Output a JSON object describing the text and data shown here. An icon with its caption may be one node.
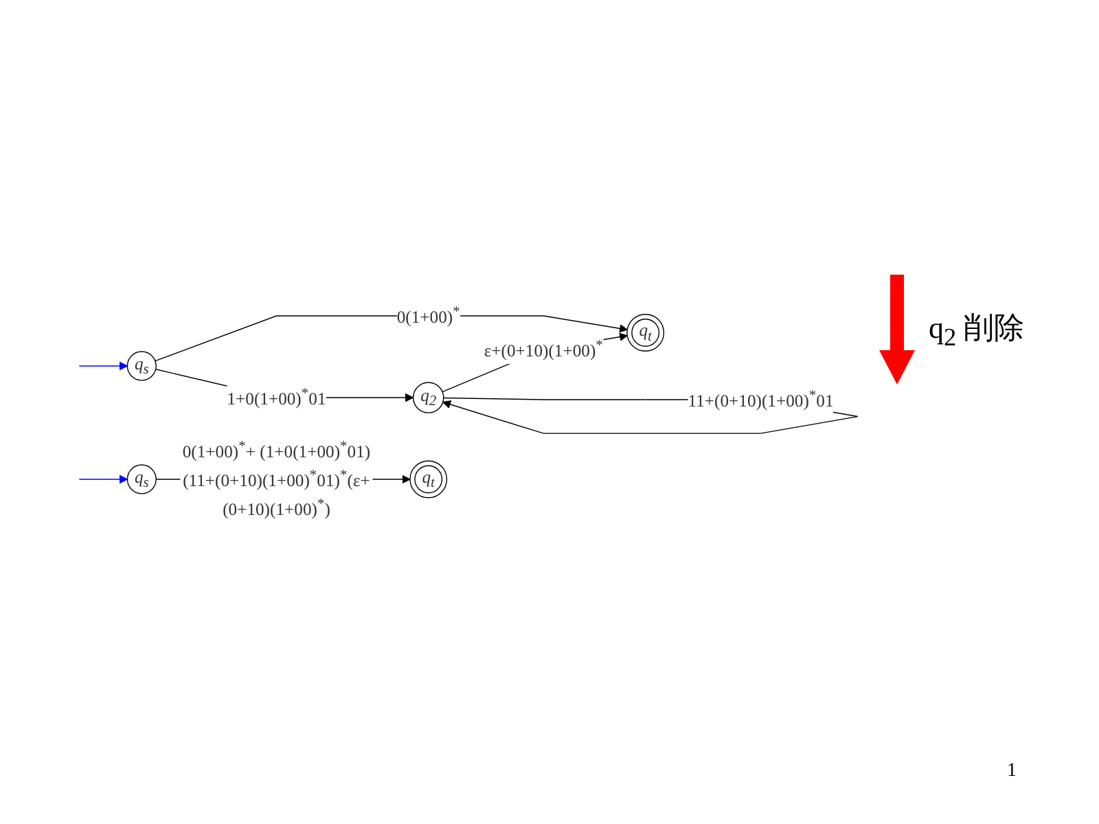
{
  "diagram": {
    "nodes": [
      {
        "text": [
          "q$_{s}$"
        ]
      },
      {
        "text": [
          "q$_{t}$"
        ]
      },
      {
        "text": [
          "q$_{2}$"
        ]
      },
      {
        "text": [
          "q$_{s}$"
        ]
      },
      {
        "text": [
          "q$_{t}$"
        ]
      }
    ],
    "edges": [
      {
        "from": null,
        "to": 0,
        "arrow": "to",
        "color": "#0000ff"
      },
      {
        "from": 0,
        "to": 1,
        "arrow": "to",
        "label": "0(1+00)$^{*}$"
      },
      {
        "from": 0,
        "to": 2,
        "arrow": "to",
        "label": "1+0(1+00)$^{*}$01"
      },
      {
        "from": 2,
        "to": 1,
        "arrow": "to",
        "label": "ε+(0+10)(1+00)$^{*}$"
      },
      {
        "from": 2,
        "to": 2,
        "arrow": "to",
        "label": "11+(0+10)(1+00)$^{*}$01"
      },
      {
        "from": null,
        "to": 3,
        "arrow": "to",
        "color": "#0000ff"
      },
      {
        "from": 3,
        "to": 4,
        "arrow": "to",
        "label": "0(1+00)$^{*}$+ (1+0(1+00)$^{*}$01)(11+(0+10)(1+00)$^{*}$01)$^{*}$(ε+(0+10)(1+00)$^{*}$)"
      }
    ],
    "labels": [
      "q$_{2}$ 削除",
      "1"
    ]
  }
}
